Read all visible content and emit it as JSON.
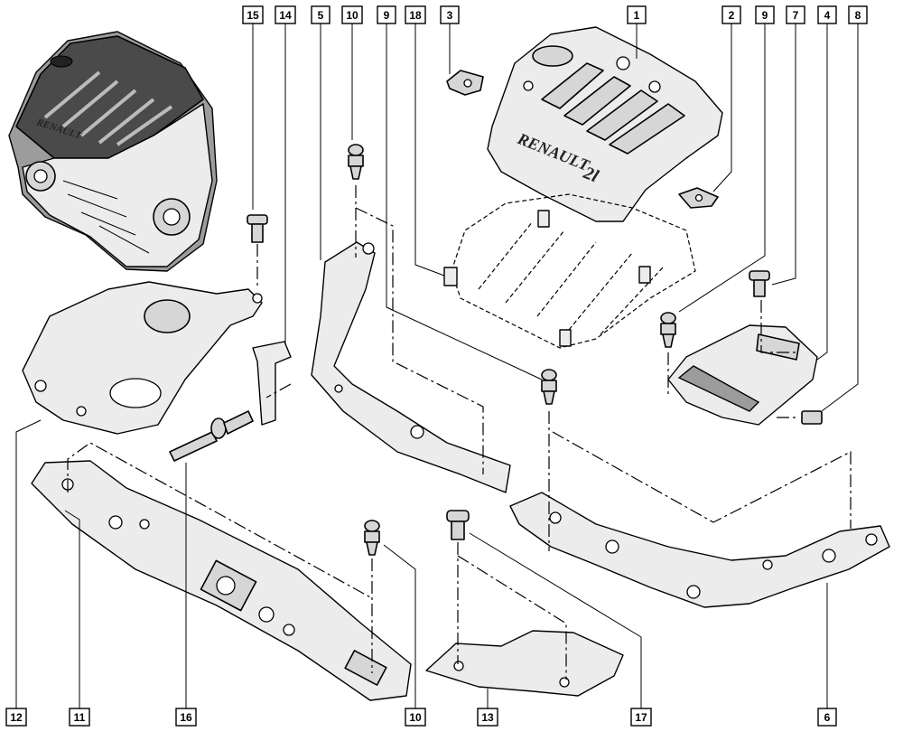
{
  "engine_logo": "RENAULT",
  "cover_logo": "RENAULT",
  "cover_badge": "2l",
  "callouts": [
    {
      "id": "c15",
      "label": "15"
    },
    {
      "id": "c14",
      "label": "14"
    },
    {
      "id": "c5",
      "label": "5"
    },
    {
      "id": "c10a",
      "label": "10"
    },
    {
      "id": "c9a",
      "label": "9"
    },
    {
      "id": "c18",
      "label": "18"
    },
    {
      "id": "c3",
      "label": "3"
    },
    {
      "id": "c1",
      "label": "1"
    },
    {
      "id": "c2",
      "label": "2"
    },
    {
      "id": "c9b",
      "label": "9"
    },
    {
      "id": "c7",
      "label": "7"
    },
    {
      "id": "c4",
      "label": "4"
    },
    {
      "id": "c8",
      "label": "8"
    },
    {
      "id": "c12",
      "label": "12"
    },
    {
      "id": "c11",
      "label": "11"
    },
    {
      "id": "c16",
      "label": "16"
    },
    {
      "id": "c10b",
      "label": "10"
    },
    {
      "id": "c13",
      "label": "13"
    },
    {
      "id": "c17",
      "label": "17"
    },
    {
      "id": "c6",
      "label": "6"
    }
  ]
}
